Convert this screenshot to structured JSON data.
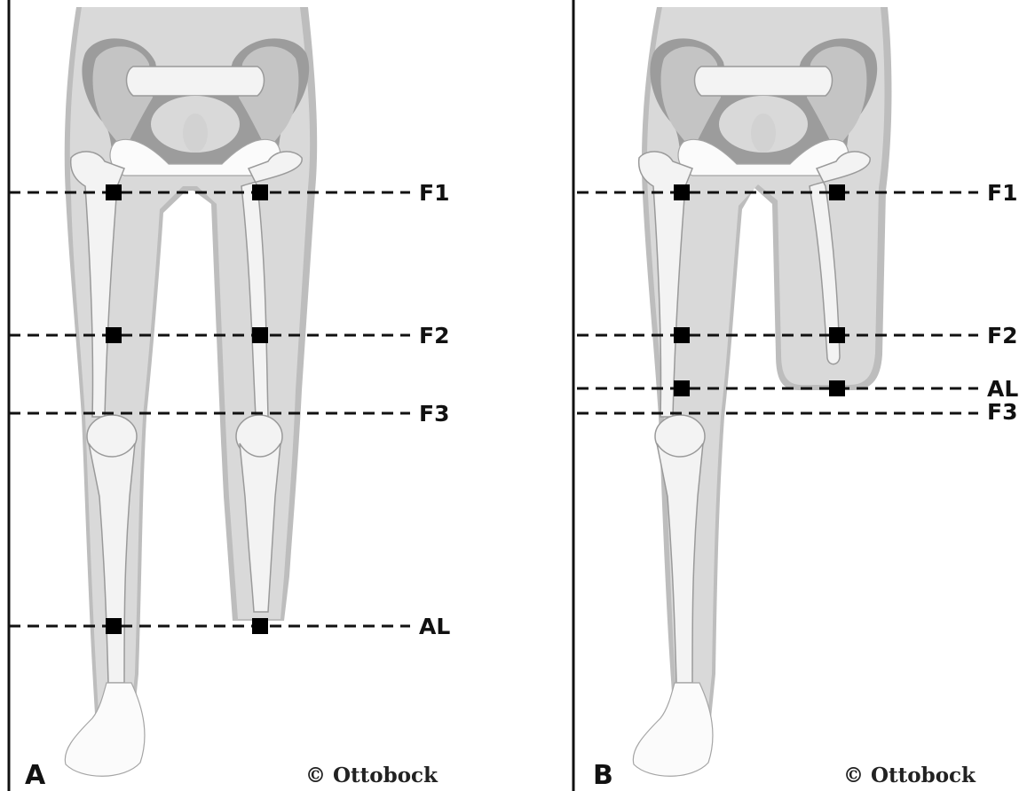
{
  "panels": [
    {
      "letter": "A",
      "copyright": "© Ottobock",
      "levels": [
        "F1",
        "F2",
        "F3",
        "AL"
      ]
    },
    {
      "letter": "B",
      "copyright": "© Ottobock",
      "levels": [
        "F1",
        "F2",
        "AL",
        "F3"
      ]
    }
  ],
  "colors": {
    "silhouette": "#d9d9d9",
    "silhouette_shadow": "#bdbdbd",
    "bone": "#f3f3f3",
    "measurement_line": "#111111",
    "marker": "#000000"
  }
}
